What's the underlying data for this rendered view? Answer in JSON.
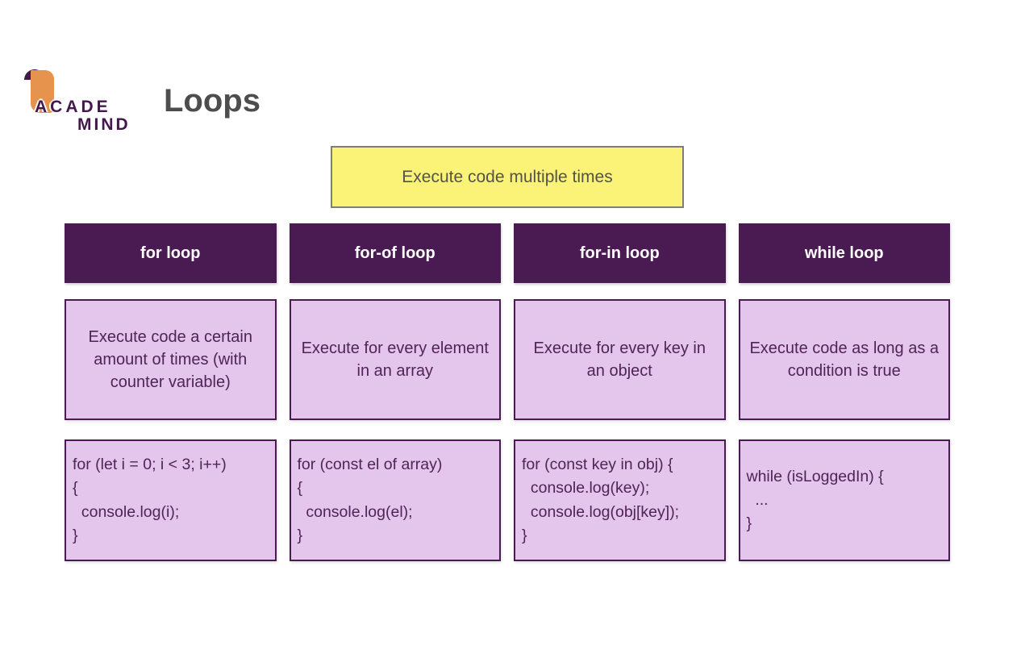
{
  "brand": {
    "line1": "ACADE",
    "line2": "MIND"
  },
  "page_title": "Loops",
  "banner": {
    "text": "Execute code multiple times"
  },
  "colors": {
    "header_bg": "#4a1b52",
    "box_bg": "#e4c5ec",
    "box_border": "#4a1b52",
    "box_text": "#4f2457",
    "banner_bg": "#fbf377",
    "banner_border": "#7f7f70",
    "banner_text": "#53524b",
    "title_color": "#4d4d4d",
    "logo_orange": "#e6934e",
    "logo_purple": "#44174d"
  },
  "columns": [
    {
      "header": "for loop",
      "description": "Execute code a certain amount of times (with counter variable)",
      "code": "for (let i = 0; i < 3; i++)\n{\n  console.log(i);\n}"
    },
    {
      "header": "for-of loop",
      "description": "Execute for every element in an array",
      "code": "for (const el of array)\n{\n  console.log(el);\n}"
    },
    {
      "header": "for-in loop",
      "description": "Execute for every key in an object",
      "code": "for (const key in obj) {\n  console.log(key);\n  console.log(obj[key]);\n}"
    },
    {
      "header": "while loop",
      "description": "Execute code as long as a condition is true",
      "code": "while (isLoggedIn) {\n  ...\n}"
    }
  ]
}
